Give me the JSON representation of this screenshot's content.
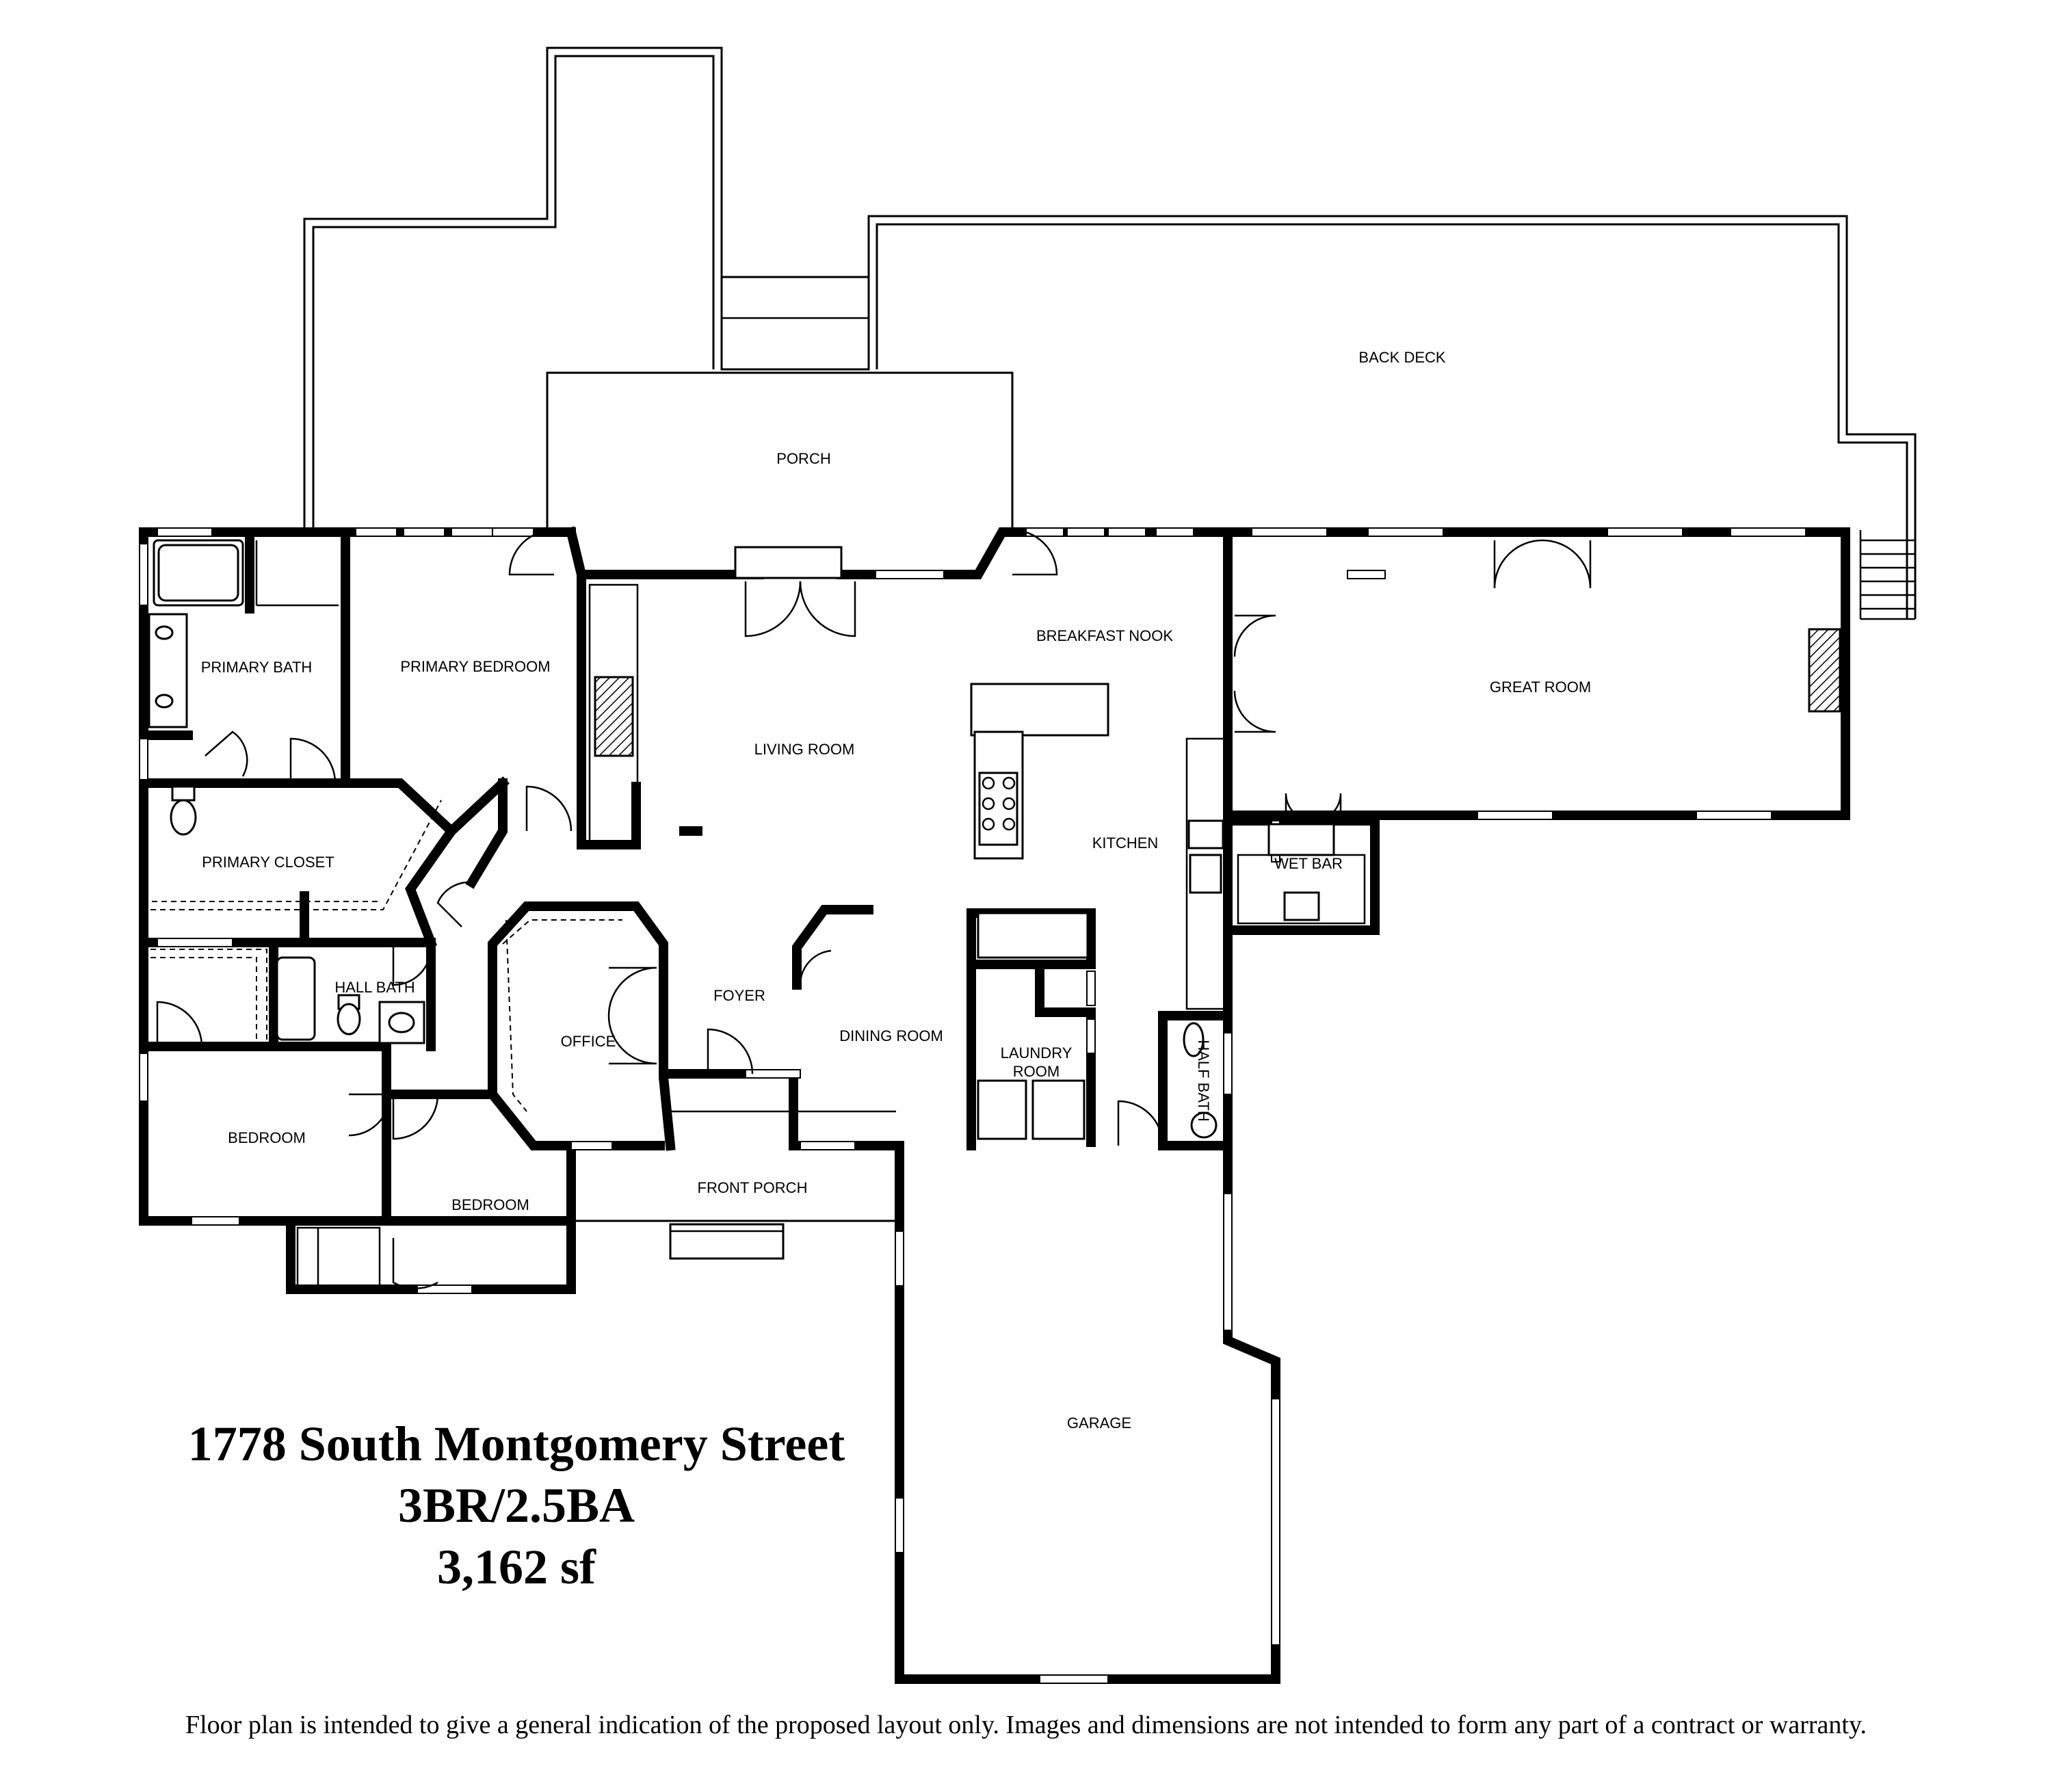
{
  "rooms": {
    "back_deck": "BACK DECK",
    "porch": "PORCH",
    "primary_bath": "PRIMARY BATH",
    "primary_bedroom": "PRIMARY BEDROOM",
    "breakfast_nook": "BREAKFAST NOOK",
    "great_room": "GREAT ROOM",
    "living_room": "LIVING ROOM",
    "kitchen": "KITCHEN",
    "wet_bar": "WET BAR",
    "primary_closet": "PRIMARY CLOSET",
    "hall_bath": "HALL BATH",
    "foyer": "FOYER",
    "office": "OFFICE",
    "dining_room": "DINING ROOM",
    "laundry_room_1": "LAUNDRY",
    "laundry_room_2": "ROOM",
    "half_bath": "HALF BATH",
    "bedroom_1": "BEDROOM",
    "bedroom_2": "BEDROOM",
    "front_porch": "FRONT PORCH",
    "garage": "GARAGE"
  },
  "title": {
    "address": "1778 South Montgomery Street",
    "beds_baths": "3BR/2.5BA",
    "area": "3,162 sf"
  },
  "disclaimer": "Floor plan is intended to give a general indication of the proposed layout only. Images and dimensions are not intended to form any part of a contract or warranty."
}
